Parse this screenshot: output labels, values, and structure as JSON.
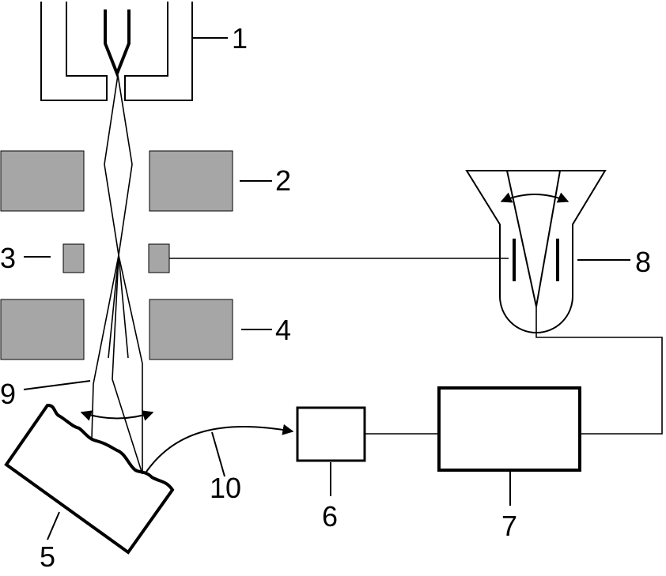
{
  "labels": {
    "l1": "1",
    "l2": "2",
    "l3": "3",
    "l4": "4",
    "l5": "5",
    "l6": "6",
    "l7": "7",
    "l8": "8",
    "l9": "9",
    "l10": "10"
  },
  "colors": {
    "line": "#000000",
    "magnet_fill": "#a6a6a6",
    "background": "#ffffff"
  }
}
